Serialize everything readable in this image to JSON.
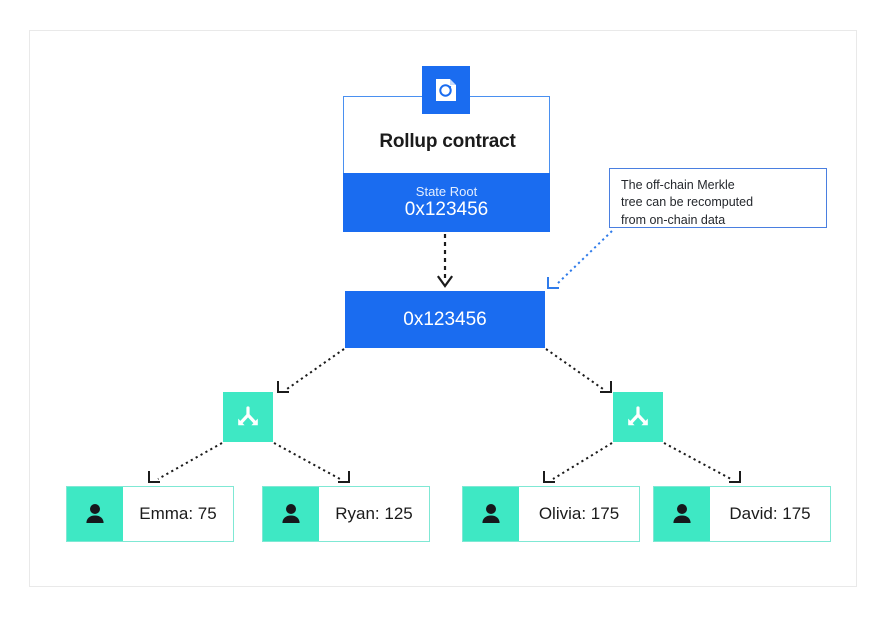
{
  "diagram": {
    "title_node": {
      "icon": "document-refresh-icon",
      "title": "Rollup contract",
      "state_root_label": "State Root",
      "state_root_value": "0x123456"
    },
    "hash_node": {
      "value": "0x123456"
    },
    "annotation": {
      "line1": "The off-chain Merkle",
      "line2": "tree can be recomputed",
      "line3": "from on-chain data"
    },
    "branches": [
      {
        "name": "branch-left",
        "icon": "merkle-branch-icon"
      },
      {
        "name": "branch-right",
        "icon": "merkle-branch-icon"
      }
    ],
    "leaves": [
      {
        "icon": "person-icon",
        "label": "Emma: 75"
      },
      {
        "icon": "person-icon",
        "label": "Ryan: 125"
      },
      {
        "icon": "person-icon",
        "label": "Olivia: 175"
      },
      {
        "icon": "person-icon",
        "label": "David: 175"
      }
    ],
    "colors": {
      "blue": "#1a6cf0",
      "blue_border": "#4a90f0",
      "teal": "#3ee8c4",
      "teal_border": "#7fe8d4",
      "frame": "#e9e9e9",
      "text": "#1b1b1b"
    }
  }
}
